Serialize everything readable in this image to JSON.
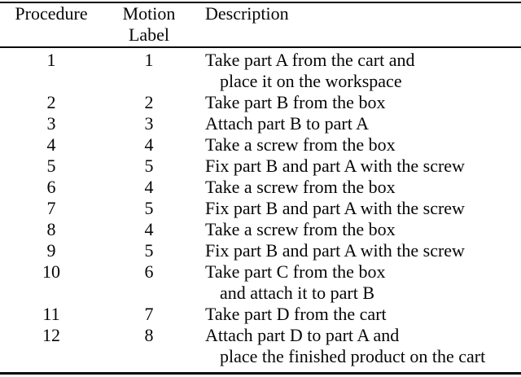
{
  "page": {
    "background_color": "#ffffff",
    "text_color": "#060606"
  },
  "table": {
    "header": {
      "procedure": "Procedure",
      "motion_line1": "Motion",
      "motion_line2": "Label",
      "description": "Description"
    },
    "rows": [
      {
        "procedure": "1",
        "motion_label": "1",
        "description_lines": [
          "Take part A from the cart and",
          "place it on the workspace"
        ]
      },
      {
        "procedure": "2",
        "motion_label": "2",
        "description_lines": [
          "Take part B from the box"
        ]
      },
      {
        "procedure": "3",
        "motion_label": "3",
        "description_lines": [
          "Attach part B to part A"
        ]
      },
      {
        "procedure": "4",
        "motion_label": "4",
        "description_lines": [
          "Take a screw from the box"
        ]
      },
      {
        "procedure": "5",
        "motion_label": "5",
        "description_lines": [
          "Fix part B and part A with the screw"
        ]
      },
      {
        "procedure": "6",
        "motion_label": "4",
        "description_lines": [
          "Take a screw from the box"
        ]
      },
      {
        "procedure": "7",
        "motion_label": "5",
        "description_lines": [
          "Fix part B and part A with the screw"
        ]
      },
      {
        "procedure": "8",
        "motion_label": "4",
        "description_lines": [
          "Take a screw from the box"
        ]
      },
      {
        "procedure": "9",
        "motion_label": "5",
        "description_lines": [
          "Fix part B and part A with the screw"
        ]
      },
      {
        "procedure": "10",
        "motion_label": "6",
        "description_lines": [
          "Take part C from the box",
          "and attach it to part B"
        ]
      },
      {
        "procedure": "11",
        "motion_label": "7",
        "description_lines": [
          "Take part D from the cart"
        ]
      },
      {
        "procedure": "12",
        "motion_label": "8",
        "description_lines": [
          "Attach part D to part A and",
          "place the finished product on the cart"
        ]
      }
    ]
  }
}
